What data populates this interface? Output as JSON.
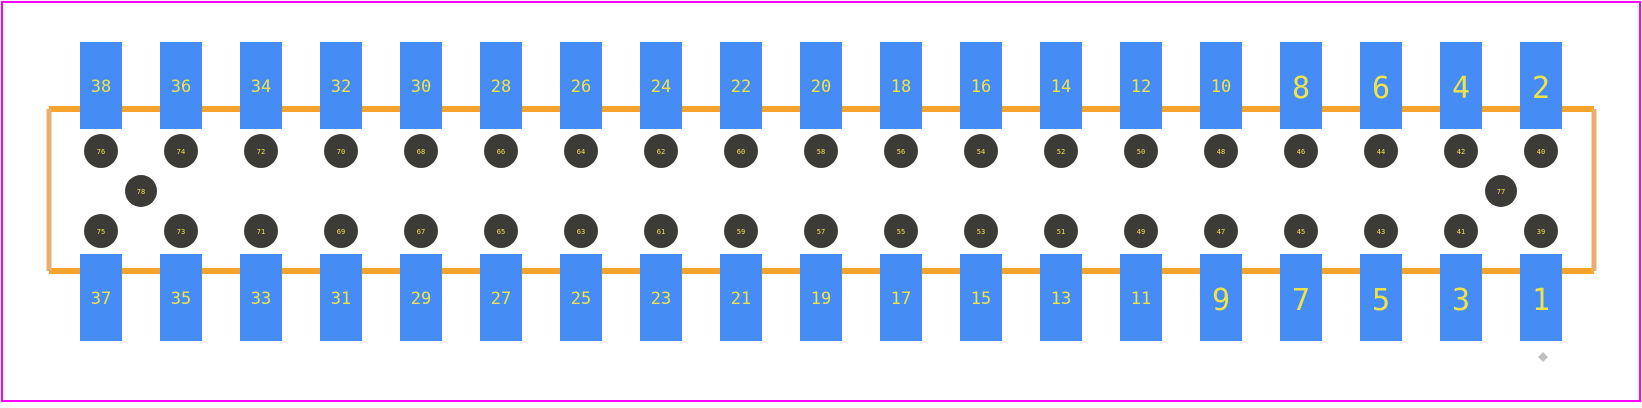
{
  "colors": {
    "background": "#ffffff",
    "board_outline": "#ff00ff",
    "silkscreen": "#f5a32a",
    "silkscreen_side": "#e8b070",
    "pad": "#458cf5",
    "drill": "#3d3b38",
    "label": "#efe24a",
    "origin_marker": "#bfbfbf"
  },
  "pads": {
    "top_row": [
      "38",
      "36",
      "34",
      "32",
      "30",
      "28",
      "26",
      "24",
      "22",
      "20",
      "18",
      "16",
      "14",
      "12",
      "10",
      "8",
      "6",
      "4",
      "2"
    ],
    "bottom_row": [
      "37",
      "35",
      "33",
      "31",
      "29",
      "27",
      "25",
      "23",
      "21",
      "19",
      "17",
      "15",
      "13",
      "11",
      "9",
      "7",
      "5",
      "3",
      "1"
    ]
  },
  "drills": {
    "top_row": [
      "76",
      "74",
      "72",
      "70",
      "68",
      "66",
      "64",
      "62",
      "60",
      "58",
      "56",
      "54",
      "52",
      "50",
      "48",
      "46",
      "44",
      "42",
      "40"
    ],
    "bottom_row": [
      "75",
      "73",
      "71",
      "69",
      "67",
      "65",
      "63",
      "61",
      "59",
      "57",
      "55",
      "53",
      "51",
      "49",
      "47",
      "45",
      "43",
      "41",
      "39"
    ],
    "left_extra": "78",
    "right_extra": "77"
  }
}
